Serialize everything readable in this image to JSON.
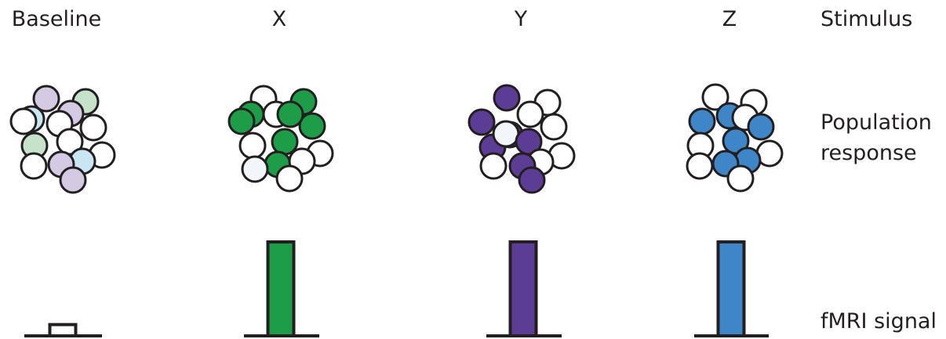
{
  "colors": {
    "outline": "#231f20",
    "white": "#ffffff",
    "green": "#1e9d48",
    "purple": "#5c3d96",
    "blue": "#3f86c9",
    "faint_purple": "#d4cae3",
    "faint_green": "#c6e2cb",
    "faint_blue": "#c9e6f3",
    "near_white": "#f2f5f9"
  },
  "row_labels": {
    "stimulus": "Stimulus",
    "population_line1": "Population",
    "population_line2": "response",
    "fmri": "fMRI signal"
  },
  "conditions": [
    {
      "label": "Baseline",
      "signal": 0.12,
      "bar_color": "#ffffff",
      "cells": [
        "faint_purple",
        "faint_green",
        "faint_blue",
        "white",
        "faint_purple",
        "faint_green",
        "white",
        "white",
        "white",
        "white",
        "faint_blue",
        "white",
        "faint_purple"
      ]
    },
    {
      "label": "X",
      "signal": 1.0,
      "bar_color": "#1e9d48",
      "cells": [
        "white",
        "green",
        "green",
        "white",
        "green",
        "green",
        "green",
        "white",
        "green",
        "white",
        "green",
        "white",
        "near_white"
      ]
    },
    {
      "label": "Y",
      "signal": 1.0,
      "bar_color": "#5c3d96",
      "cells": [
        "purple",
        "white",
        "purple",
        "white",
        "purple",
        "white",
        "purple",
        "white",
        "near_white",
        "purple",
        "white",
        "white",
        "purple"
      ]
    },
    {
      "label": "Z",
      "signal": 1.0,
      "bar_color": "#3f86c9",
      "cells": [
        "white",
        "white",
        "blue",
        "blue",
        "white",
        "blue",
        "white",
        "blue",
        "white",
        "blue",
        "white",
        "blue",
        "white"
      ]
    }
  ]
}
